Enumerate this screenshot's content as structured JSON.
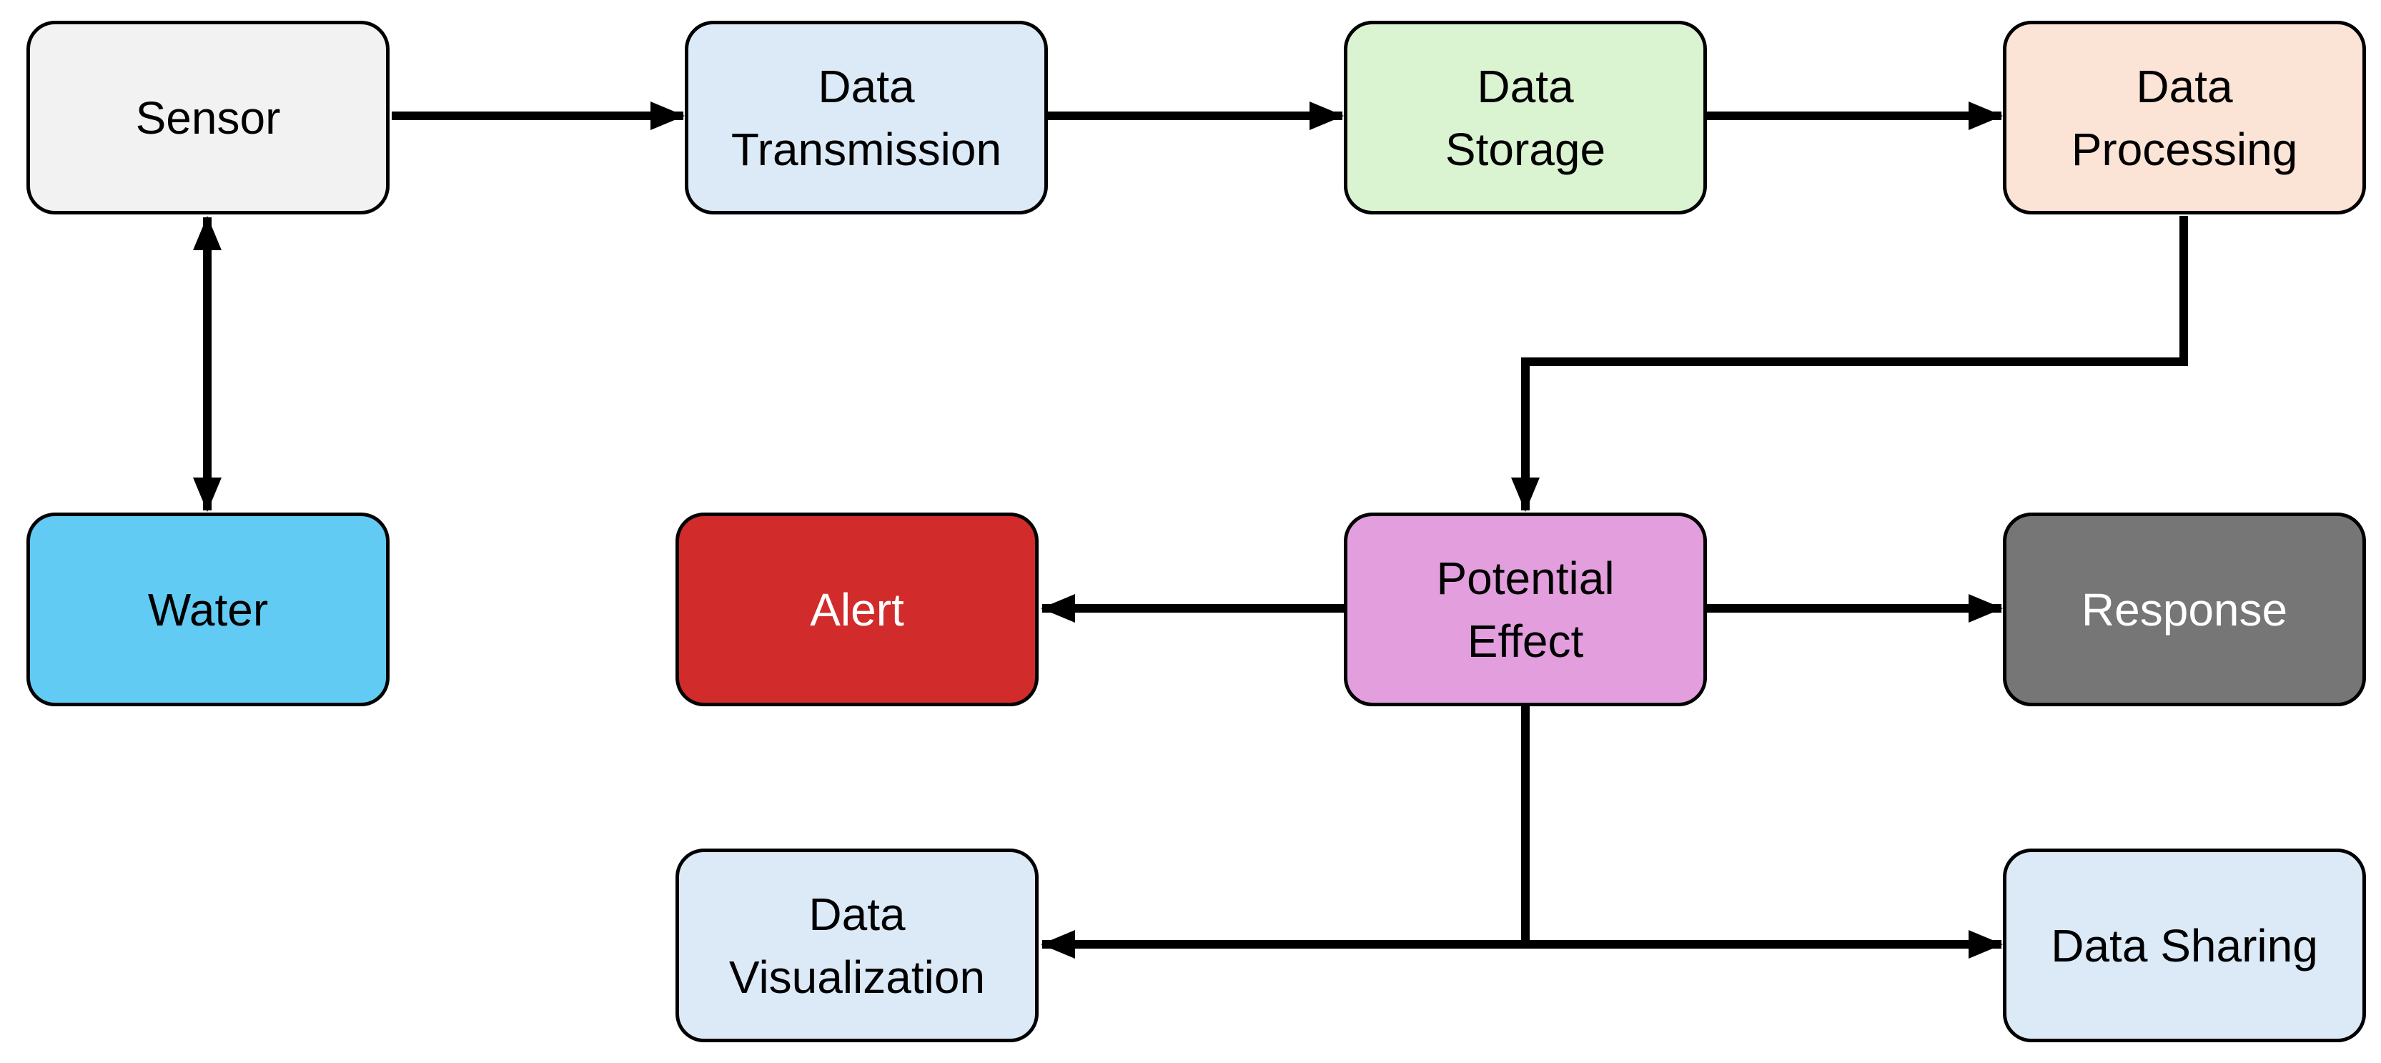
{
  "nodes": {
    "sensor": {
      "lines": [
        "Sensor"
      ],
      "fill": "#f2f2f2",
      "text_color": "#000000"
    },
    "data_transmission": {
      "lines": [
        "Data",
        "Transmission"
      ],
      "fill": "#dce9f6",
      "text_color": "#000000"
    },
    "data_storage": {
      "lines": [
        "Data",
        "Storage"
      ],
      "fill": "#daf3d1",
      "text_color": "#000000"
    },
    "data_processing": {
      "lines": [
        "Data",
        "Processing"
      ],
      "fill": "#fbe3d5",
      "text_color": "#000000"
    },
    "water": {
      "lines": [
        "Water"
      ],
      "fill": "#61cbf3",
      "text_color": "#000000"
    },
    "alert": {
      "lines": [
        "Alert"
      ],
      "fill": "#d22b2b",
      "text_color": "#ffffff"
    },
    "potential_effect": {
      "lines": [
        "Potential",
        "Effect"
      ],
      "fill": "#e39ede",
      "text_color": "#000000"
    },
    "response": {
      "lines": [
        "Response"
      ],
      "fill": "#767676",
      "text_color": "#ffffff"
    },
    "data_visualization": {
      "lines": [
        "Data",
        "Visualization"
      ],
      "fill": "#dce9f6",
      "text_color": "#000000"
    },
    "data_sharing": {
      "lines": [
        "Data Sharing"
      ],
      "fill": "#dce9f6",
      "text_color": "#000000"
    }
  },
  "edges": [
    {
      "from": "sensor",
      "to": "data_transmission",
      "type": "arrow"
    },
    {
      "from": "data_transmission",
      "to": "data_storage",
      "type": "arrow"
    },
    {
      "from": "data_storage",
      "to": "data_processing",
      "type": "arrow"
    },
    {
      "from": "data_processing",
      "to": "potential_effect",
      "type": "arrow"
    },
    {
      "from": "sensor",
      "to": "water",
      "type": "bidirectional-arrow"
    },
    {
      "from": "potential_effect",
      "to": "alert",
      "type": "arrow"
    },
    {
      "from": "potential_effect",
      "to": "response",
      "type": "arrow"
    },
    {
      "from": "potential_effect",
      "to": "data_visualization",
      "type": "arrow"
    },
    {
      "from": "potential_effect",
      "to": "data_sharing",
      "type": "arrow"
    }
  ],
  "colors": {
    "stroke": "#000000",
    "background": "#ffffff"
  }
}
